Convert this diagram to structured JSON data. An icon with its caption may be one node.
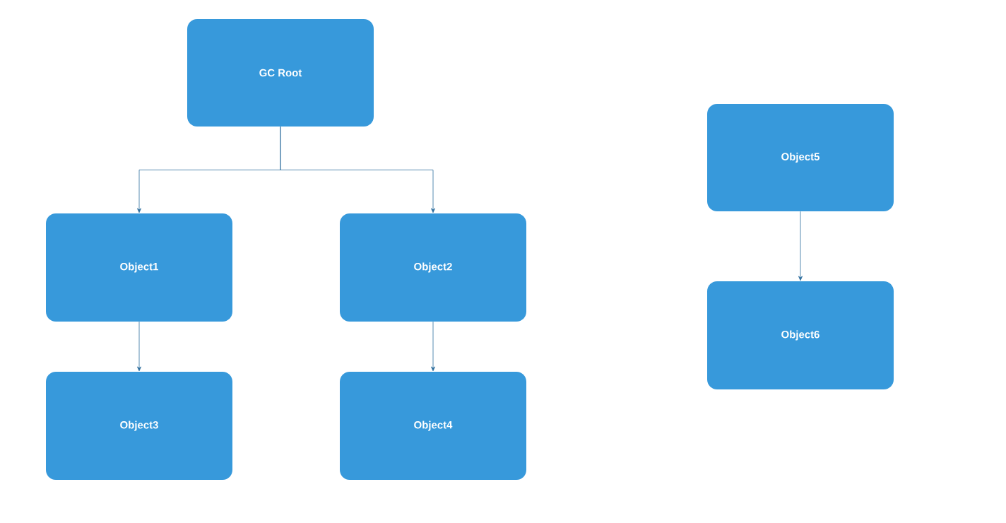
{
  "diagram": {
    "nodes": [
      {
        "text": [
          "GC Root"
        ]
      },
      {
        "text": [
          "Object1"
        ]
      },
      {
        "text": [
          "Object2"
        ]
      },
      {
        "text": [
          "Object3"
        ]
      },
      {
        "text": [
          "Object4"
        ]
      },
      {
        "text": [
          "Object5"
        ]
      },
      {
        "text": [
          "Object6"
        ]
      }
    ],
    "edges": [
      {
        "from": 0,
        "to": 1,
        "arrow": "to"
      },
      {
        "from": 0,
        "to": 2,
        "arrow": "to"
      },
      {
        "from": 1,
        "to": 3,
        "arrow": "to"
      },
      {
        "from": 2,
        "to": 4,
        "arrow": "to"
      },
      {
        "from": 5,
        "to": 6,
        "arrow": "to"
      }
    ]
  }
}
